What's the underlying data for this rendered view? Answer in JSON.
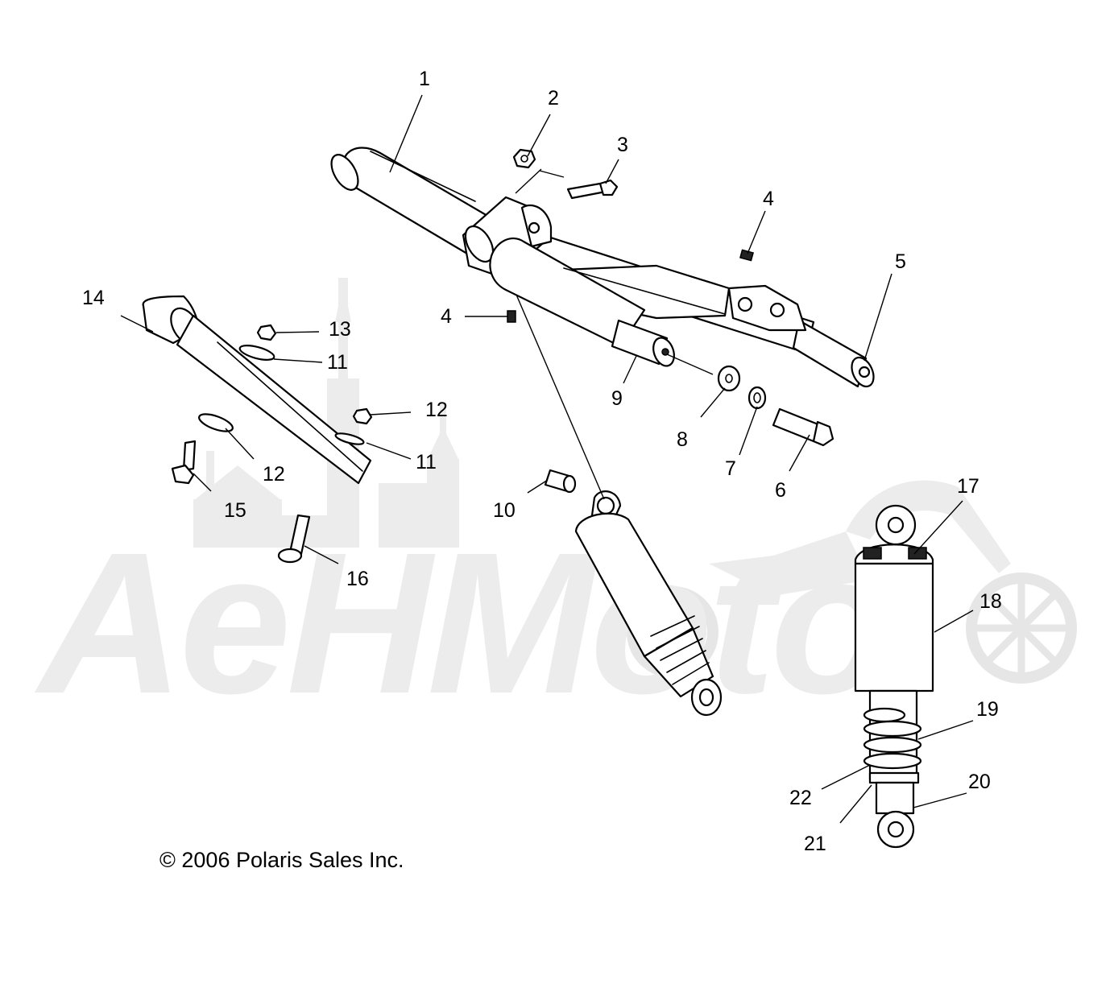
{
  "diagram": {
    "watermark_text": "AeHMoto",
    "copyright": "© 2006 Polaris Sales Inc.",
    "callouts": [
      "1",
      "2",
      "3",
      "4",
      "4",
      "5",
      "6",
      "7",
      "8",
      "9",
      "10",
      "11",
      "11",
      "12",
      "12",
      "13",
      "14",
      "15",
      "16",
      "17",
      "18",
      "19",
      "20",
      "21",
      "22"
    ],
    "icons": {
      "watermark": "city-skyline-and-motorcycle-watermark",
      "parts": "exploded-suspension-parts"
    }
  }
}
